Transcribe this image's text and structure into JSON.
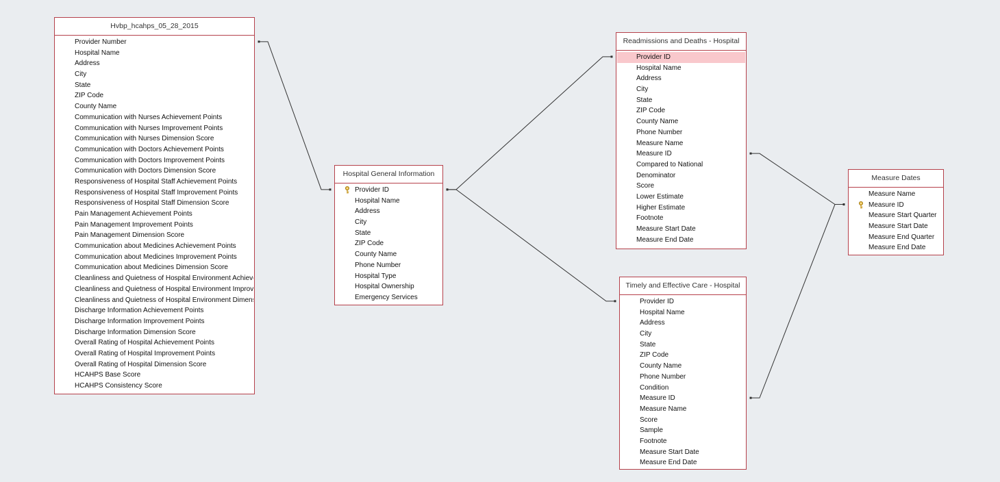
{
  "colors": {
    "background": "#eaedf0",
    "table_border": "#b5404a",
    "selected_row": "#f9c8cc",
    "relationship_line": "#333333"
  },
  "tables": [
    {
      "id": "hvbp",
      "title": "Hvbp_hcahps_05_28_2015",
      "fields": [
        {
          "name": "Provider Number"
        },
        {
          "name": "Hospital Name"
        },
        {
          "name": "Address"
        },
        {
          "name": "City"
        },
        {
          "name": "State"
        },
        {
          "name": "ZIP Code"
        },
        {
          "name": "County Name"
        },
        {
          "name": "Communication with Nurses Achievement Points"
        },
        {
          "name": "Communication with Nurses Improvement Points"
        },
        {
          "name": "Communication with Nurses Dimension Score"
        },
        {
          "name": "Communication with Doctors Achievement Points"
        },
        {
          "name": "Communication with Doctors Improvement Points"
        },
        {
          "name": "Communication with Doctors Dimension Score"
        },
        {
          "name": "Responsiveness of Hospital Staff Achievement Points"
        },
        {
          "name": "Responsiveness of Hospital Staff Improvement Points"
        },
        {
          "name": "Responsiveness of Hospital Staff Dimension Score"
        },
        {
          "name": "Pain Management Achievement Points"
        },
        {
          "name": "Pain Management Improvement Points"
        },
        {
          "name": "Pain Management Dimension Score"
        },
        {
          "name": "Communication about Medicines Achievement Points"
        },
        {
          "name": "Communication about Medicines Improvement Points"
        },
        {
          "name": "Communication about Medicines Dimension Score"
        },
        {
          "name": "Cleanliness and Quietness of Hospital Environment Achieve"
        },
        {
          "name": "Cleanliness and Quietness of Hospital Environment Improv"
        },
        {
          "name": "Cleanliness and Quietness of Hospital Environment Dimens"
        },
        {
          "name": "Discharge Information Achievement Points"
        },
        {
          "name": "Discharge Information Improvement Points"
        },
        {
          "name": "Discharge Information Dimension Score"
        },
        {
          "name": "Overall Rating of Hospital Achievement Points"
        },
        {
          "name": "Overall Rating of Hospital Improvement Points"
        },
        {
          "name": "Overall Rating of Hospital Dimension Score"
        },
        {
          "name": "HCAHPS Base Score"
        },
        {
          "name": "HCAHPS Consistency Score"
        }
      ]
    },
    {
      "id": "hgi",
      "title": "Hospital General Information",
      "fields": [
        {
          "name": "Provider ID",
          "key": true
        },
        {
          "name": "Hospital Name"
        },
        {
          "name": "Address"
        },
        {
          "name": "City"
        },
        {
          "name": "State"
        },
        {
          "name": "ZIP Code"
        },
        {
          "name": "County Name"
        },
        {
          "name": "Phone Number"
        },
        {
          "name": "Hospital Type"
        },
        {
          "name": "Hospital Ownership"
        },
        {
          "name": "Emergency Services"
        }
      ]
    },
    {
      "id": "rdh",
      "title": "Readmissions and Deaths - Hospital",
      "fields": [
        {
          "name": "Provider ID",
          "selected": true
        },
        {
          "name": "Hospital Name"
        },
        {
          "name": "Address"
        },
        {
          "name": "City"
        },
        {
          "name": "State"
        },
        {
          "name": "ZIP Code"
        },
        {
          "name": "County Name"
        },
        {
          "name": "Phone Number"
        },
        {
          "name": "Measure Name"
        },
        {
          "name": "Measure ID"
        },
        {
          "name": "Compared to National"
        },
        {
          "name": "Denominator"
        },
        {
          "name": "Score"
        },
        {
          "name": "Lower Estimate"
        },
        {
          "name": "Higher Estimate"
        },
        {
          "name": "Footnote"
        },
        {
          "name": "Measure Start Date"
        },
        {
          "name": "Measure End Date"
        }
      ]
    },
    {
      "id": "tec",
      "title": "Timely and Effective Care - Hospital",
      "fields": [
        {
          "name": "Provider ID"
        },
        {
          "name": "Hospital Name"
        },
        {
          "name": "Address"
        },
        {
          "name": "City"
        },
        {
          "name": "State"
        },
        {
          "name": "ZIP Code"
        },
        {
          "name": "County Name"
        },
        {
          "name": "Phone Number"
        },
        {
          "name": "Condition"
        },
        {
          "name": "Measure ID"
        },
        {
          "name": "Measure Name"
        },
        {
          "name": "Score"
        },
        {
          "name": "Sample"
        },
        {
          "name": "Footnote"
        },
        {
          "name": "Measure Start Date"
        },
        {
          "name": "Measure End Date"
        }
      ]
    },
    {
      "id": "md",
      "title": "Measure Dates",
      "fields": [
        {
          "name": "Measure Name"
        },
        {
          "name": "Measure ID",
          "key": true
        },
        {
          "name": "Measure Start Quarter"
        },
        {
          "name": "Measure Start Date"
        },
        {
          "name": "Measure End Quarter"
        },
        {
          "name": "Measure End Date"
        }
      ]
    }
  ],
  "relationships": [
    {
      "from_table": "hvbp",
      "from_field": "Provider Number",
      "to_table": "hgi",
      "to_field": "Provider ID"
    },
    {
      "from_table": "hgi",
      "from_field": "Provider ID",
      "to_table": "rdh",
      "to_field": "Provider ID"
    },
    {
      "from_table": "hgi",
      "from_field": "Provider ID",
      "to_table": "tec",
      "to_field": "Provider ID"
    },
    {
      "from_table": "rdh",
      "from_field": "Measure ID",
      "to_table": "md",
      "to_field": "Measure ID"
    },
    {
      "from_table": "tec",
      "from_field": "Measure ID",
      "to_table": "md",
      "to_field": "Measure ID"
    }
  ]
}
